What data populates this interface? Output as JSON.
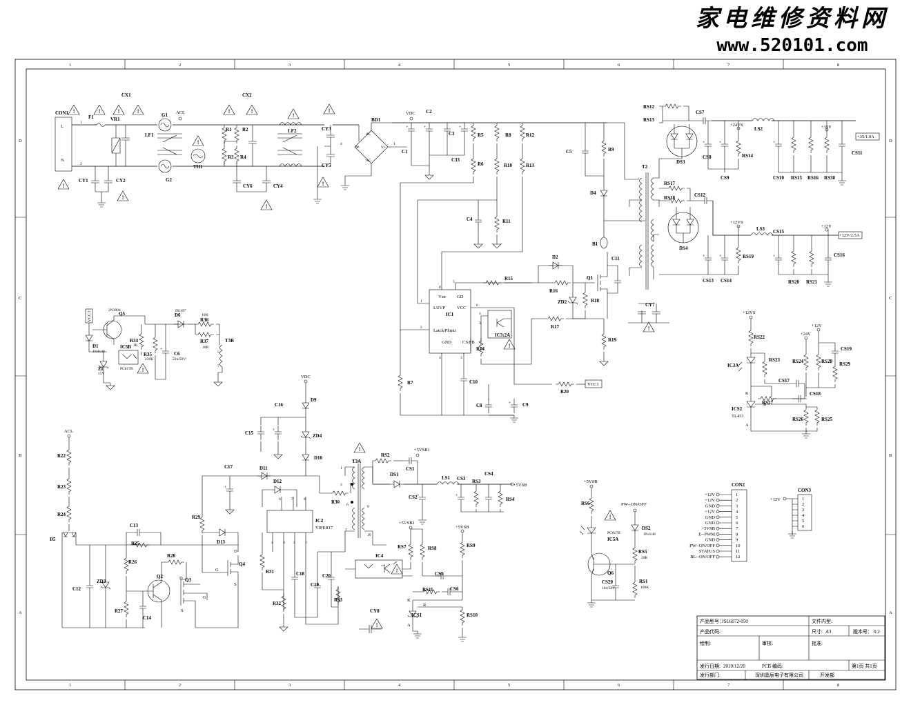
{
  "watermark": {
    "title": "家电维修资料网",
    "url": "www.520101.com"
  },
  "frame": {
    "cols": [
      "1",
      "2",
      "3",
      "4",
      "5",
      "6",
      "7",
      "8"
    ],
    "rows": [
      "D",
      "C",
      "B",
      "A"
    ]
  },
  "labels": {
    "con1": "CON1",
    "con1_l": "L",
    "con1_n": "N",
    "f1": "F1",
    "vr1": "VR1",
    "cx1": "CX1",
    "cx2": "CX2",
    "cy1": "CY1",
    "cy2": "CY2",
    "g1": "G1",
    "g2": "G2",
    "lf1": "LF1",
    "lf2": "LF2",
    "th1": "TH1",
    "acl": "ACL",
    "r1": "R1",
    "r2": "R2",
    "r3": "R3",
    "r4": "R4",
    "cy6": "CY6",
    "cy4": "CY4",
    "cy3": "CY3",
    "cy5": "CY5",
    "bd1": "BD1",
    "vdc": "VDC",
    "c1": "C1",
    "c2": "C2",
    "c3": "C3",
    "c33": "C33",
    "r5": "R5",
    "r6": "R6",
    "r8": "R8",
    "r10": "R10",
    "r12": "R12",
    "r13": "R13",
    "c4": "C4",
    "r11": "R11",
    "c5": "C5",
    "r9": "R9",
    "d4": "D4",
    "b1": "B1",
    "c11": "C11",
    "q1": "Q1",
    "d2": "D2",
    "r15": "R15",
    "r16": "R16",
    "zd2": "ZD2",
    "r18": "R18",
    "r17": "R17",
    "r19": "R19",
    "ic1": "IC1",
    "ic1_vstr": "Vstr",
    "ic1_luvp": "LUVP",
    "ic1_gd": "GD",
    "ic1_vcc": "VCC",
    "ic1_latch": "Latch/Plimit",
    "ic1_gnd": "GND",
    "ic1_csfb": "CS/FB",
    "ic3": "IC3:2A",
    "r14": "R14",
    "c10": "C10",
    "c8": "C8",
    "c9": "C9",
    "r7": "R7",
    "r20": "R20",
    "vcc1": "VCC1",
    "t2": "T2",
    "cy7": "CY7",
    "rs12": "RS12",
    "rs13": "RS13",
    "cs7": "CS7",
    "ds3": "DS3",
    "cs8": "CS8",
    "cs9": "CS9",
    "v24vs": "+24VS",
    "ls2": "LS2",
    "rs14": "RS14",
    "cs10": "CS10",
    "rs15": "RS15",
    "rs16": "RS16",
    "rs30": "RS30",
    "v35": "+35V",
    "cs11": "CS11",
    "out35": "+35/1.0A",
    "rs17": "RS17",
    "rs18": "RS18",
    "cs12": "CS12",
    "ds4": "DS4",
    "v12vs": "+12VS",
    "ls3": "LS3",
    "cs15": "CS15",
    "v12": "+12V",
    "out12": "+12V/2.5A",
    "cs13": "CS13",
    "cs14": "CS14",
    "rs19": "RS19",
    "rs20": "RS20",
    "rs21": "RS21",
    "cs16": "CS16",
    "q5": "Q5",
    "q5_val": "2N3904",
    "d1": "D1",
    "d1_val": "1N4148",
    "ic5b": "IC5B",
    "ic5b_val": "PC817B",
    "r34": "R34",
    "r34_val": "1K",
    "r35": "R35",
    "r35_val": "220K",
    "zi": "ZI",
    "zi_val": "15V",
    "d6": "D6",
    "d6_val": "FR107",
    "r36": "R36",
    "r36_val": "10R",
    "r37": "R37",
    "r37_val": "10R",
    "t3b": "T3B",
    "c6": "C6",
    "c6_val": "22u/50V",
    "c16": "C16",
    "d9": "D9",
    "c15": "C15",
    "zd4": "ZD4",
    "d10": "D10",
    "c17": "C17",
    "d11": "D11",
    "d12": "D12",
    "ic2": "IC2",
    "ic2_val": "VIPER17",
    "r30": "R30",
    "t3a": "T3A",
    "r29": "R29",
    "d13": "D13",
    "c13": "C13",
    "r25": "R25",
    "r26": "R26",
    "r27": "R27",
    "r22": "R22",
    "r23": "R23",
    "r24": "R24",
    "d5": "D5",
    "c12": "C12",
    "zd3": "ZD3",
    "q2": "Q2",
    "r28": "R28",
    "q3": "Q3",
    "q4": "Q4",
    "c14": "C14",
    "r31": "R31",
    "r32": "R32",
    "c18": "C18",
    "c19": "C19",
    "c20": "C20",
    "r33": "R33",
    "rs2": "RS2",
    "v5vsb1": "+5VSB1",
    "cs1": "CS1",
    "ds1": "DS1",
    "ls1": "LS1",
    "cs3": "CS3",
    "cs4": "CS4",
    "v5vsb": "+5VSB",
    "rs3": "RS3",
    "rs4": "RS4",
    "cs2": "CS2",
    "ic4": "IC4",
    "rs7": "RS7",
    "rs8": "RS8",
    "rs9": "RS9",
    "cs5": "CS5",
    "rs11": "RS11",
    "cs6": "CS6",
    "ics1": "ICS1",
    "rs10": "RS10",
    "cy8": "CY8",
    "rs6": "RS6",
    "ic5a": "IC5A",
    "ic5a_val": "PC817B",
    "pw_onoff": "PW--ON/OFF",
    "ds2": "DS2",
    "ds2_val": "1N4148",
    "rs5": "RS5",
    "rs5_val": "20K",
    "q6": "Q6",
    "cs20": "CS20",
    "cs20_val": "104/50V",
    "rs1": "RS1",
    "rs1_val": "100K",
    "rs22": "RS22",
    "rs23": "RS23",
    "ic3a": "IC3A",
    "cs17": "CS17",
    "rs24": "RS24",
    "rs28": "RS28",
    "cs19": "CS19",
    "rs29": "RS29",
    "v24v": "+24V",
    "cs18": "CS18",
    "rs27": "RS27",
    "ics2": "ICS2",
    "ics2_val": "TL431",
    "rs26": "RS26",
    "rs25": "RS25",
    "k": "K",
    "a": "A",
    "r": "R",
    "g": "G",
    "d": "D",
    "s": "S",
    "con2": "CON2",
    "con3": "CON3"
  },
  "con2_pins": [
    {
      "num": "1",
      "signal": "+12V"
    },
    {
      "num": "2",
      "signal": "+12V"
    },
    {
      "num": "3",
      "signal": "GND"
    },
    {
      "num": "4",
      "signal": "+12V"
    },
    {
      "num": "5",
      "signal": "GND"
    },
    {
      "num": "6",
      "signal": "GND"
    },
    {
      "num": "7",
      "signal": "+5VSB"
    },
    {
      "num": "8",
      "signal": "E--PWM"
    },
    {
      "num": "9",
      "signal": "GND"
    },
    {
      "num": "10",
      "signal": "PW--ON/OFF"
    },
    {
      "num": "11",
      "signal": "STATUS"
    },
    {
      "num": "12",
      "signal": "BL--ON/OFF"
    }
  ],
  "con3": {
    "signal": "+12V",
    "pins": [
      "1",
      "2",
      "3",
      "4",
      "5",
      "6"
    ]
  },
  "title_block": {
    "model_label": "产品型号：",
    "model": "JSL6072-050",
    "file_label": "文件内型:",
    "code_label": "产品代码:",
    "size_label": "尺寸:",
    "size": "A3",
    "version_label": "版本号：",
    "version": "0.2",
    "draw_label": "绘制:",
    "review_label": "审核:",
    "approve_label": "批准:",
    "date_label": "发行日期:",
    "date": "2010/12/20",
    "pcb_label": "PCB 编码:",
    "page": "第1页 共1页",
    "dept_label": "发行部门:",
    "company": "深圳晶辰电子有限公司",
    "dev_dept": "开发部"
  }
}
